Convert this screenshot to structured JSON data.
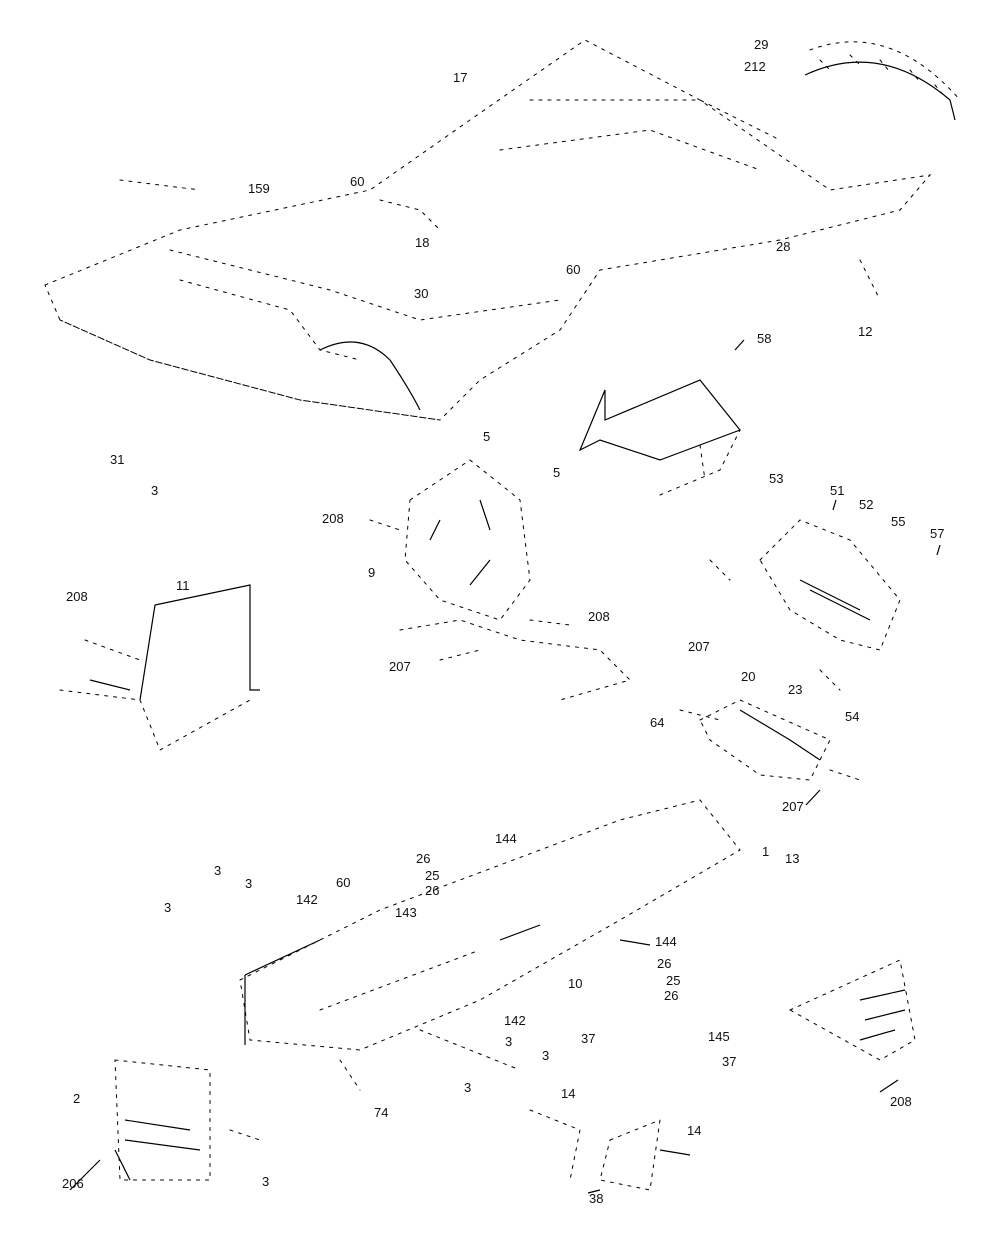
{
  "labels": [
    {
      "id": "l29",
      "text": "29"
    },
    {
      "id": "l212",
      "text": "212"
    },
    {
      "id": "l17",
      "text": "17"
    },
    {
      "id": "l159",
      "text": "159"
    },
    {
      "id": "l60a",
      "text": "60"
    },
    {
      "id": "l18",
      "text": "18"
    },
    {
      "id": "l28",
      "text": "28"
    },
    {
      "id": "l60b",
      "text": "60"
    },
    {
      "id": "l30",
      "text": "30"
    },
    {
      "id": "l12",
      "text": "12"
    },
    {
      "id": "l58",
      "text": "58"
    },
    {
      "id": "l5a",
      "text": "5"
    },
    {
      "id": "l31",
      "text": "31"
    },
    {
      "id": "l3a",
      "text": "3"
    },
    {
      "id": "l5b",
      "text": "5"
    },
    {
      "id": "l53",
      "text": "53"
    },
    {
      "id": "l51",
      "text": "51"
    },
    {
      "id": "l52",
      "text": "52"
    },
    {
      "id": "l55",
      "text": "55"
    },
    {
      "id": "l57",
      "text": "57"
    },
    {
      "id": "l208a",
      "text": "208"
    },
    {
      "id": "l9",
      "text": "9"
    },
    {
      "id": "l11",
      "text": "11"
    },
    {
      "id": "l208b",
      "text": "208"
    },
    {
      "id": "l208c",
      "text": "208"
    },
    {
      "id": "l207a",
      "text": "207"
    },
    {
      "id": "l207b",
      "text": "207"
    },
    {
      "id": "l20",
      "text": "20"
    },
    {
      "id": "l23",
      "text": "23"
    },
    {
      "id": "l54",
      "text": "54"
    },
    {
      "id": "l64",
      "text": "64"
    },
    {
      "id": "l207c",
      "text": "207"
    },
    {
      "id": "l144a",
      "text": "144"
    },
    {
      "id": "l1",
      "text": "1"
    },
    {
      "id": "l13",
      "text": "13"
    },
    {
      "id": "l26a",
      "text": "26"
    },
    {
      "id": "l25a",
      "text": "25"
    },
    {
      "id": "l26b",
      "text": "26"
    },
    {
      "id": "l3b",
      "text": "3"
    },
    {
      "id": "l3c",
      "text": "3"
    },
    {
      "id": "l3d",
      "text": "3"
    },
    {
      "id": "l142a",
      "text": "142"
    },
    {
      "id": "l60c",
      "text": "60"
    },
    {
      "id": "l143",
      "text": "143"
    },
    {
      "id": "l144b",
      "text": "144"
    },
    {
      "id": "l26c",
      "text": "26"
    },
    {
      "id": "l25b",
      "text": "25"
    },
    {
      "id": "l26d",
      "text": "26"
    },
    {
      "id": "l10",
      "text": "10"
    },
    {
      "id": "l142b",
      "text": "142"
    },
    {
      "id": "l37a",
      "text": "37"
    },
    {
      "id": "l145",
      "text": "145"
    },
    {
      "id": "l37b",
      "text": "37"
    },
    {
      "id": "l3e",
      "text": "3"
    },
    {
      "id": "l3f",
      "text": "3"
    },
    {
      "id": "l3g",
      "text": "3"
    },
    {
      "id": "l2",
      "text": "2"
    },
    {
      "id": "l74",
      "text": "74"
    },
    {
      "id": "l14a",
      "text": "14"
    },
    {
      "id": "l14b",
      "text": "14"
    },
    {
      "id": "l208d",
      "text": "208"
    },
    {
      "id": "l206",
      "text": "206"
    },
    {
      "id": "l3h",
      "text": "3"
    },
    {
      "id": "l38",
      "text": "38"
    }
  ]
}
